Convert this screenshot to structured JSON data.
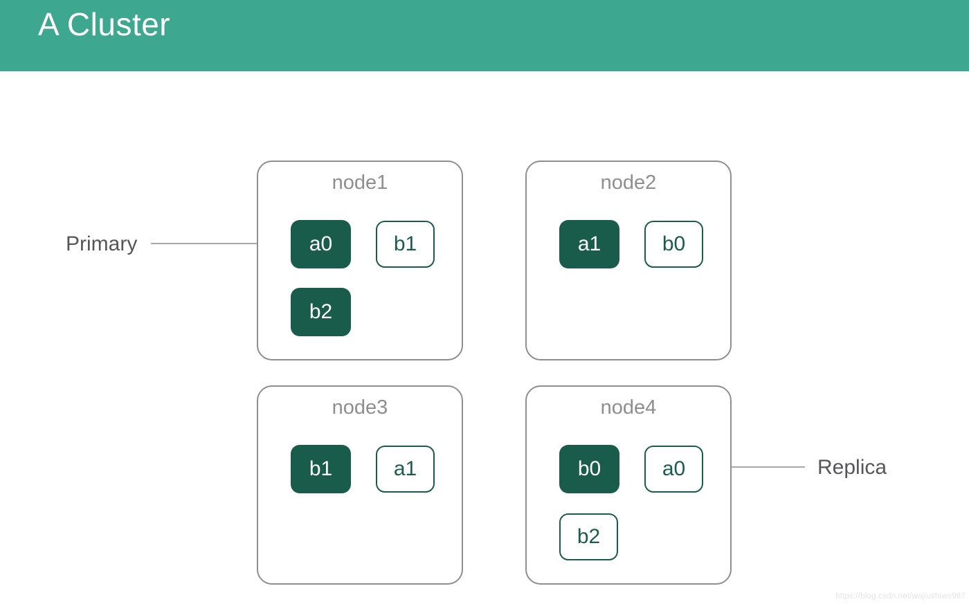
{
  "header": {
    "title": "A Cluster"
  },
  "annotations": {
    "primary": "Primary",
    "replica": "Replica"
  },
  "nodes": [
    {
      "label": "node1",
      "partitions": [
        {
          "label": "a0",
          "role": "primary"
        },
        {
          "label": "b1",
          "role": "replica"
        },
        {
          "label": "b2",
          "role": "primary"
        }
      ]
    },
    {
      "label": "node2",
      "partitions": [
        {
          "label": "a1",
          "role": "primary"
        },
        {
          "label": "b0",
          "role": "replica"
        }
      ]
    },
    {
      "label": "node3",
      "partitions": [
        {
          "label": "b1",
          "role": "primary"
        },
        {
          "label": "a1",
          "role": "replica"
        }
      ]
    },
    {
      "label": "node4",
      "partitions": [
        {
          "label": "b0",
          "role": "primary"
        },
        {
          "label": "a0",
          "role": "replica"
        },
        {
          "label": "b2",
          "role": "replica"
        }
      ]
    }
  ],
  "colors": {
    "header_bg": "#3DA78F",
    "header_text": "#FFFFFF",
    "primary_partition_fill": "#1A5C4B",
    "replica_partition_border": "#1A5C4B",
    "node_border": "#8E8E8E",
    "node_label_text": "#8E8E8E",
    "annotation_text": "#55565A",
    "arrow": "#8A8A8A"
  },
  "watermark": "https://blog.csdn.net/wojiushiwo987"
}
